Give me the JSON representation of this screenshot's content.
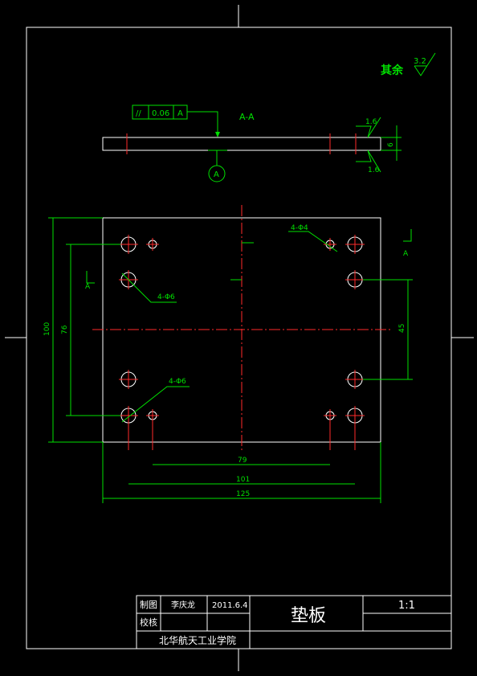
{
  "drawing": {
    "roughness_note": {
      "label": "其余",
      "value": "3.2"
    },
    "section_label": "A-A",
    "tolerance_frame": {
      "symbol": "//",
      "value": "0.06",
      "datum": "A"
    },
    "datum_label": "A",
    "section_roughness_top": "1.6",
    "section_roughness_bottom": "1.6",
    "section_thickness": "6",
    "view_marker": "A",
    "dimensions": {
      "d100": "100",
      "d76": "76",
      "d45": "45",
      "d79": "79",
      "d101": "101",
      "d125": "125",
      "holes_upper_right": "4-Φ4",
      "holes_upper_left": "4-Φ6",
      "holes_lower_left": "4-Φ6"
    }
  },
  "title_block": {
    "drawn_by_label": "制图",
    "drawn_by_name": "李庆龙",
    "date": "2011.6.4",
    "checked_by_label": "校核",
    "part_name": "垫板",
    "scale": "1:1",
    "school": "北华航天工业学院"
  },
  "colors": {
    "outline": "#ffffff",
    "dimension": "#00e000",
    "centerline": "#ff2a2a",
    "background": "#000000"
  }
}
